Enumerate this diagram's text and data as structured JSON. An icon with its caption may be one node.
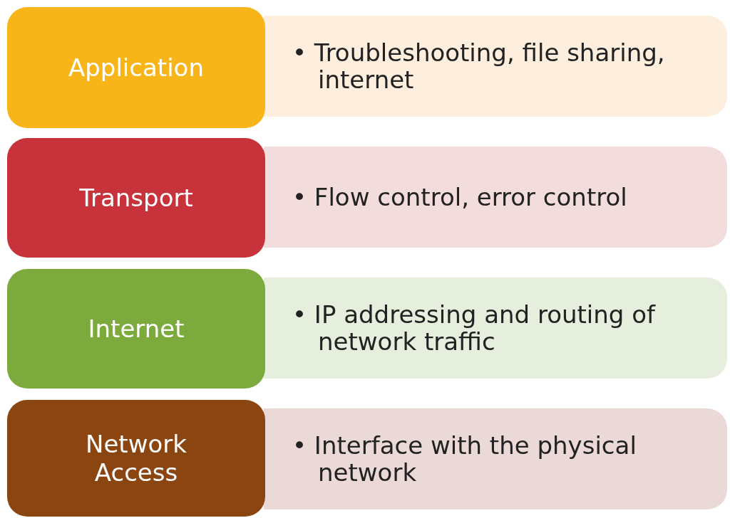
{
  "diagram": {
    "nodes": [
      {
        "text": [
          "Application"
        ]
      },
      {
        "text": [
          "• Troubleshooting, file sharing, internet"
        ]
      },
      {
        "text": [
          "Transport"
        ]
      },
      {
        "text": [
          "• Flow control, error control"
        ]
      },
      {
        "text": [
          "Internet"
        ]
      },
      {
        "text": [
          "• IP addressing and routing of network traffic"
        ]
      },
      {
        "text": [
          "Network Access"
        ]
      },
      {
        "text": [
          "• Interface with the physical network"
        ]
      }
    ]
  }
}
